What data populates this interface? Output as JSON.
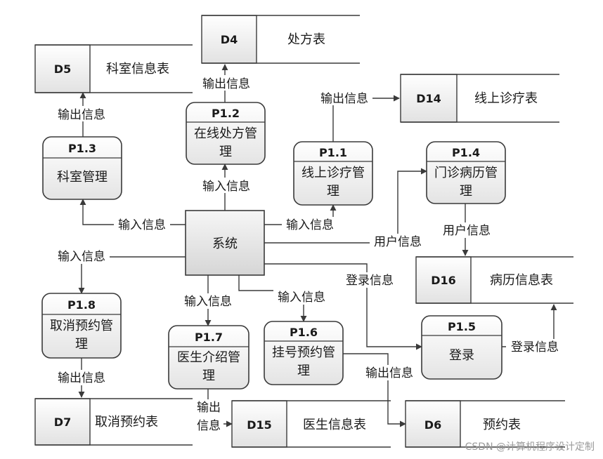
{
  "system": {
    "label": "系统"
  },
  "processes": [
    {
      "key": "p12",
      "id": "P1.2",
      "name": [
        "在线处方管",
        "理"
      ]
    },
    {
      "key": "p13",
      "id": "P1.3",
      "name": [
        "科室管理"
      ]
    },
    {
      "key": "p11",
      "id": "P1.1",
      "name": [
        "线上诊疗管",
        "理"
      ]
    },
    {
      "key": "p14",
      "id": "P1.4",
      "name": [
        "门诊病历管",
        "理"
      ]
    },
    {
      "key": "p18",
      "id": "P1.8",
      "name": [
        "取消预约管",
        "理"
      ]
    },
    {
      "key": "p17",
      "id": "P1.7",
      "name": [
        "医生介绍管",
        "理"
      ]
    },
    {
      "key": "p16",
      "id": "P1.6",
      "name": [
        "挂号预约管",
        "理"
      ]
    },
    {
      "key": "p15",
      "id": "P1.5",
      "name": [
        "登录"
      ]
    }
  ],
  "stores": [
    {
      "key": "d4",
      "id": "D4",
      "name": "处方表"
    },
    {
      "key": "d5",
      "id": "D5",
      "name": "科室信息表"
    },
    {
      "key": "d14",
      "id": "D14",
      "name": "线上诊疗表"
    },
    {
      "key": "d16",
      "id": "D16",
      "name": "病历信息表"
    },
    {
      "key": "d7",
      "id": "D7",
      "name": "取消预约表"
    },
    {
      "key": "d15",
      "id": "D15",
      "name": "医生信息表"
    },
    {
      "key": "d6",
      "id": "D6",
      "name": "预约表"
    }
  ],
  "flow_labels": [
    "输出信息",
    "输出信息",
    "输出信息",
    "输入信息",
    "输入信息",
    "输入信息",
    "用户信息",
    "用户信息",
    "输入信息",
    "输入信息",
    "输入信息",
    "登录信息",
    "输出信息",
    "输出信息",
    "登录信息",
    "输出",
    "信息"
  ],
  "watermark": "CSDN @计算机程序设计定制"
}
